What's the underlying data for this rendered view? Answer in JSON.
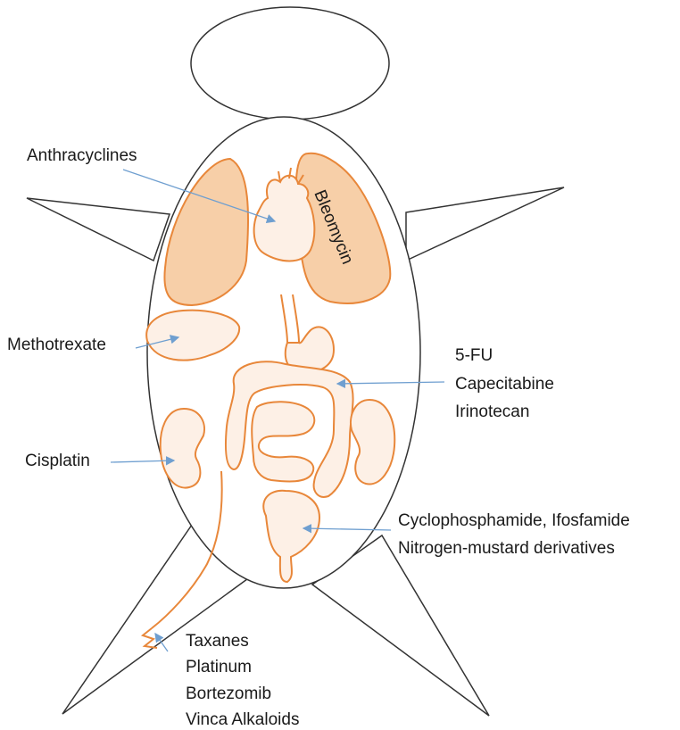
{
  "labels": {
    "anthracyclines": "Anthracyclines",
    "bleomycin": "Bleomycin",
    "methotrexate": "Methotrexate",
    "fu5": "5-FU",
    "capecitabine": "Capecitabine",
    "irinotecan": "Irinotecan",
    "cisplatin": "Cisplatin",
    "cyclophosphamide": "Cyclophosphamide, Ifosfamide",
    "nitrogen_mustard": "Nitrogen-mustard derivatives",
    "taxanes": "Taxanes",
    "platinum": "Platinum",
    "bortezomib": "Bortezomib",
    "vinca": "Vinca Alkaloids"
  },
  "colors": {
    "organ_stroke": "#e8873a",
    "lung_fill": "#f7cfa8",
    "organ_fill": "#fdf0e6",
    "arrow": "#6f9fd0",
    "outline": "#333333"
  }
}
